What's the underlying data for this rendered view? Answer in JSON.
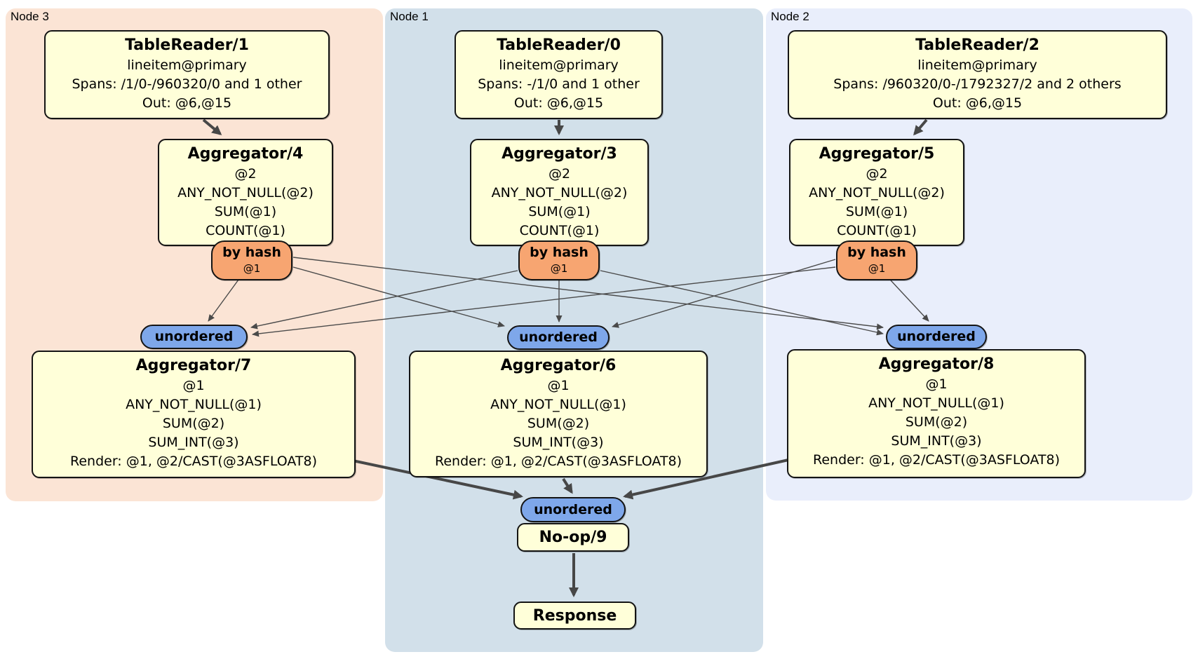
{
  "regions": {
    "node3": {
      "label": "Node 3"
    },
    "node1": {
      "label": "Node 1"
    },
    "node2": {
      "label": "Node 2"
    }
  },
  "boxes": {
    "tr1": {
      "title": "TableReader/1",
      "lines": [
        "lineitem@primary",
        "Spans: /1/0-/960320/0 and 1 other",
        "Out: @6,@15"
      ]
    },
    "tr0": {
      "title": "TableReader/0",
      "lines": [
        "lineitem@primary",
        "Spans: -/1/0 and 1 other",
        "Out: @6,@15"
      ]
    },
    "tr2": {
      "title": "TableReader/2",
      "lines": [
        "lineitem@primary",
        "Spans: /960320/0-/1792327/2 and 2 others",
        "Out: @6,@15"
      ]
    },
    "agg4": {
      "title": "Aggregator/4",
      "lines": [
        "@2",
        "ANY_NOT_NULL(@2)",
        "SUM(@1)",
        "COUNT(@1)"
      ]
    },
    "agg3": {
      "title": "Aggregator/3",
      "lines": [
        "@2",
        "ANY_NOT_NULL(@2)",
        "SUM(@1)",
        "COUNT(@1)"
      ]
    },
    "agg5": {
      "title": "Aggregator/5",
      "lines": [
        "@2",
        "ANY_NOT_NULL(@2)",
        "SUM(@1)",
        "COUNT(@1)"
      ]
    },
    "agg7": {
      "title": "Aggregator/7",
      "lines": [
        "@1",
        "ANY_NOT_NULL(@1)",
        "SUM(@2)",
        "SUM_INT(@3)",
        "Render: @1, @2/CAST(@3ASFLOAT8)"
      ]
    },
    "agg6": {
      "title": "Aggregator/6",
      "lines": [
        "@1",
        "ANY_NOT_NULL(@1)",
        "SUM(@2)",
        "SUM_INT(@3)",
        "Render: @1, @2/CAST(@3ASFLOAT8)"
      ]
    },
    "agg8": {
      "title": "Aggregator/8",
      "lines": [
        "@1",
        "ANY_NOT_NULL(@1)",
        "SUM(@2)",
        "SUM_INT(@3)",
        "Render: @1, @2/CAST(@3ASFLOAT8)"
      ]
    },
    "noop": {
      "title": "No-op/9"
    },
    "response": {
      "title": "Response"
    }
  },
  "routers": {
    "byhash": {
      "label": "by hash",
      "sub": "@1"
    },
    "unordered": {
      "label": "unordered"
    }
  },
  "colors": {
    "node3-bg": "#fbe4d5",
    "node1-bg": "#d2e0ea",
    "node2-bg": "#e9eefb",
    "box-bg": "#ffffd9",
    "byhash-bg": "#f7a571",
    "unordered-bg": "#7ea7ea",
    "edge-thin": "#4a4a4a",
    "edge-thick": "#474747"
  }
}
